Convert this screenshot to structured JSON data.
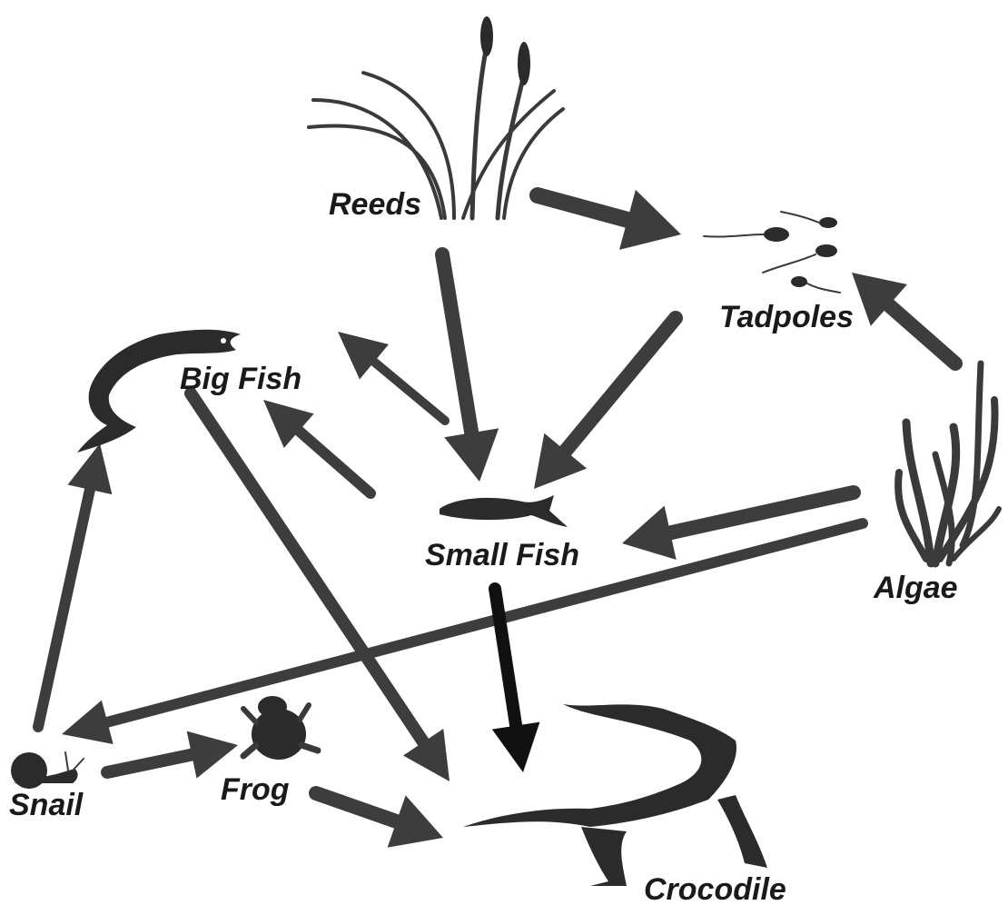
{
  "diagram": {
    "type": "food-web",
    "colors": {
      "arrow": "#3d3d3d",
      "dark_arrow": "#111111",
      "silhouette": "#2b2b2b",
      "background": "#ffffff"
    },
    "nodes": [
      {
        "id": "reeds",
        "label": "Reeds",
        "icon": "reeds-icon"
      },
      {
        "id": "tadpoles",
        "label": "Tadpoles",
        "icon": "tadpoles-icon"
      },
      {
        "id": "big_fish",
        "label": "Big Fish",
        "icon": "big-fish-icon"
      },
      {
        "id": "small_fish",
        "label": "Small Fish",
        "icon": "small-fish-icon"
      },
      {
        "id": "algae",
        "label": "Algae",
        "icon": "algae-icon"
      },
      {
        "id": "snail",
        "label": "Snail",
        "icon": "snail-icon"
      },
      {
        "id": "frog",
        "label": "Frog",
        "icon": "frog-icon"
      },
      {
        "id": "crocodile",
        "label": "Crocodile",
        "icon": "crocodile-icon"
      }
    ],
    "edges": [
      {
        "from": "reeds",
        "to": "tadpoles"
      },
      {
        "from": "reeds",
        "to": "small_fish"
      },
      {
        "from": "tadpoles",
        "to": "small_fish"
      },
      {
        "from": "algae",
        "to": "tadpoles"
      },
      {
        "from": "algae",
        "to": "small_fish"
      },
      {
        "from": "algae",
        "to": "snail"
      },
      {
        "from": "small_fish",
        "to": "big_fish"
      },
      {
        "from": "small_fish",
        "to": "big_fish"
      },
      {
        "from": "small_fish",
        "to": "crocodile"
      },
      {
        "from": "big_fish",
        "to": "crocodile"
      },
      {
        "from": "snail",
        "to": "big_fish"
      },
      {
        "from": "snail",
        "to": "frog"
      },
      {
        "from": "frog",
        "to": "crocodile"
      }
    ]
  }
}
